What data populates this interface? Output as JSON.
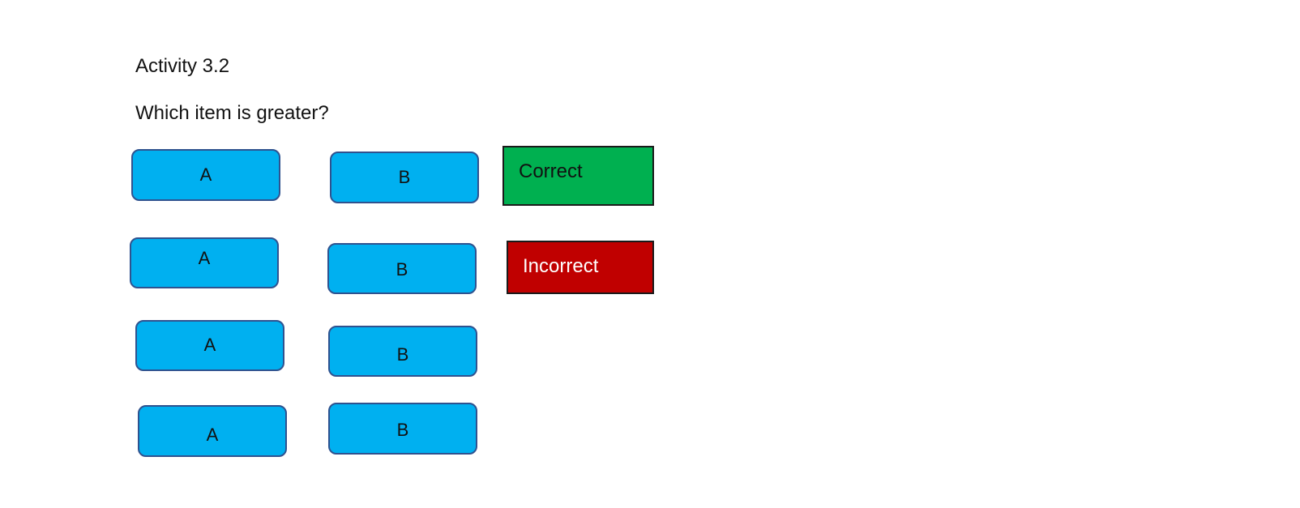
{
  "activity": {
    "title": "Activity 3.2",
    "question": "Which item is greater?"
  },
  "rows": [
    {
      "a_label": "A",
      "b_label": "B"
    },
    {
      "a_label": "A",
      "b_label": "B"
    },
    {
      "a_label": "A",
      "b_label": "B"
    },
    {
      "a_label": "A",
      "b_label": "B"
    }
  ],
  "feedback": {
    "correct_label": "Correct",
    "incorrect_label": "Incorrect"
  },
  "colors": {
    "choice_fill": "#00b0f0",
    "choice_border": "#2f528f",
    "correct_fill": "#00b050",
    "incorrect_fill": "#c00000"
  }
}
